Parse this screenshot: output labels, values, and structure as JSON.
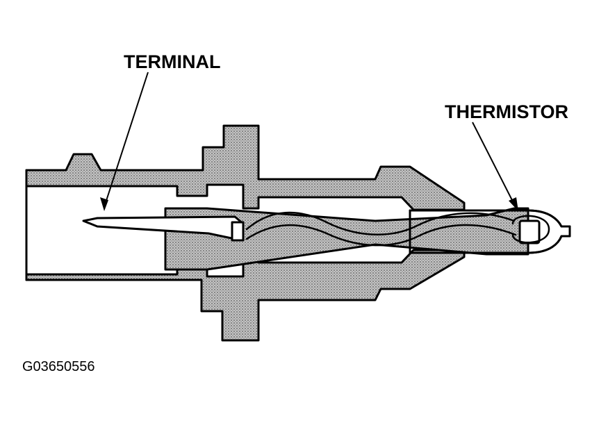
{
  "labels": {
    "terminal": "TERMINAL",
    "thermistor": "THERMISTOR"
  },
  "figure_id": "G03650556",
  "colors": {
    "ink": "#000000",
    "background": "#ffffff",
    "stipple": "#b8b8b8"
  }
}
